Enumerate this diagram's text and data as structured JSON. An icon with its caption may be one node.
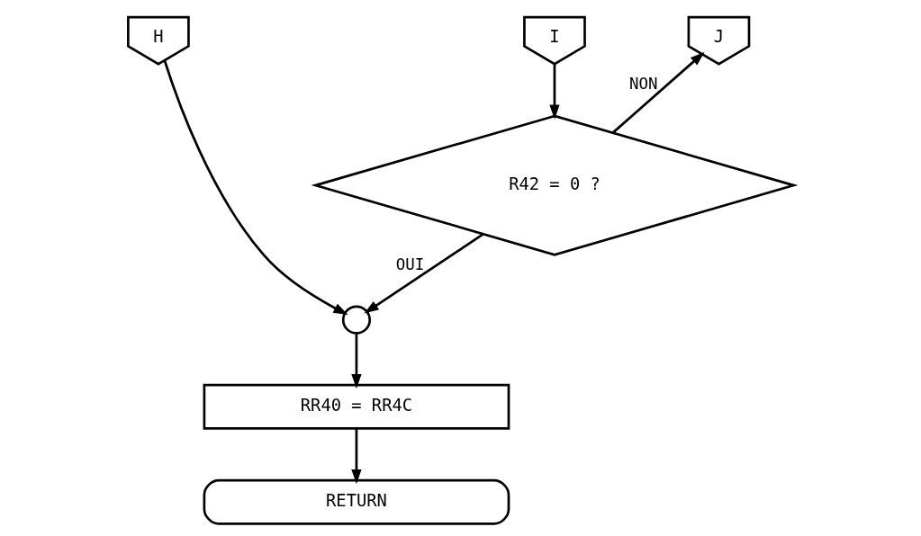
{
  "diagram": {
    "nodes": [
      {
        "text": [
          "H"
        ]
      },
      {
        "text": [
          "I"
        ]
      },
      {
        "text": [
          "J"
        ]
      },
      {
        "text": [
          "R42 = 0 ?"
        ]
      },
      {
        "text": [],
        "shape": "circle"
      },
      {
        "text": [
          "RR40 = RR4C"
        ]
      },
      {
        "text": [
          "RETURN"
        ]
      }
    ],
    "edges": [
      {
        "from": 1,
        "to": 3,
        "arrow": "to"
      },
      {
        "from": 3,
        "to": 2,
        "arrow": "to",
        "label": "NON"
      },
      {
        "from": 3,
        "to": 4,
        "arrow": "to",
        "label": "OUI"
      },
      {
        "from": 0,
        "to": 4,
        "arrow": "to"
      },
      {
        "from": 4,
        "to": 5,
        "arrow": "to"
      },
      {
        "from": 5,
        "to": 6,
        "arrow": "to"
      }
    ]
  }
}
